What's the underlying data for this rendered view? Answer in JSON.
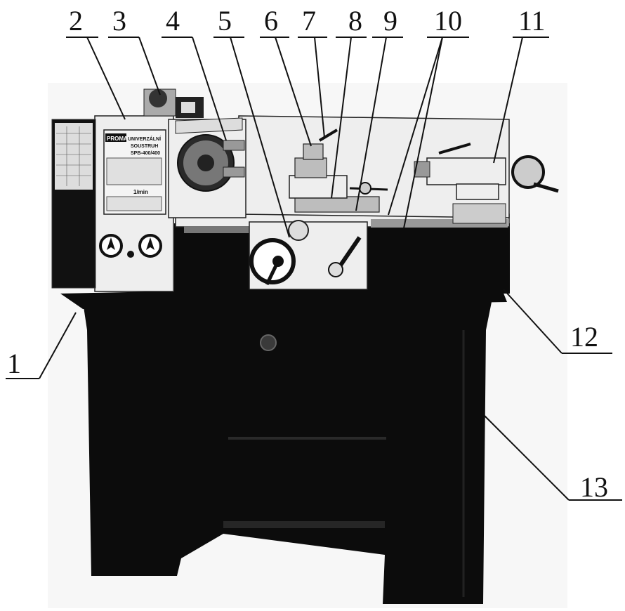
{
  "plate": {
    "brand": "PROMA",
    "model_line1": "UNIVERZÁLNÍ",
    "model_line2": "SOUSTRUH",
    "model_line3": "SPB-400/400",
    "rpm_label": "1/min"
  },
  "colors": {
    "ink": "#111111",
    "machine_dark": "#0c0c0c",
    "machine_light": "#eeeeee",
    "machine_mid": "#bdbdbd",
    "background": "#ffffff"
  },
  "callouts": [
    {
      "id": "1",
      "label": "1"
    },
    {
      "id": "2",
      "label": "2"
    },
    {
      "id": "3",
      "label": "3"
    },
    {
      "id": "4",
      "label": "4"
    },
    {
      "id": "5",
      "label": "5"
    },
    {
      "id": "6",
      "label": "6"
    },
    {
      "id": "7",
      "label": "7"
    },
    {
      "id": "8",
      "label": "8"
    },
    {
      "id": "9",
      "label": "9"
    },
    {
      "id": "10",
      "label": "10"
    },
    {
      "id": "11",
      "label": "11"
    },
    {
      "id": "12",
      "label": "12"
    },
    {
      "id": "13",
      "label": "13"
    }
  ]
}
